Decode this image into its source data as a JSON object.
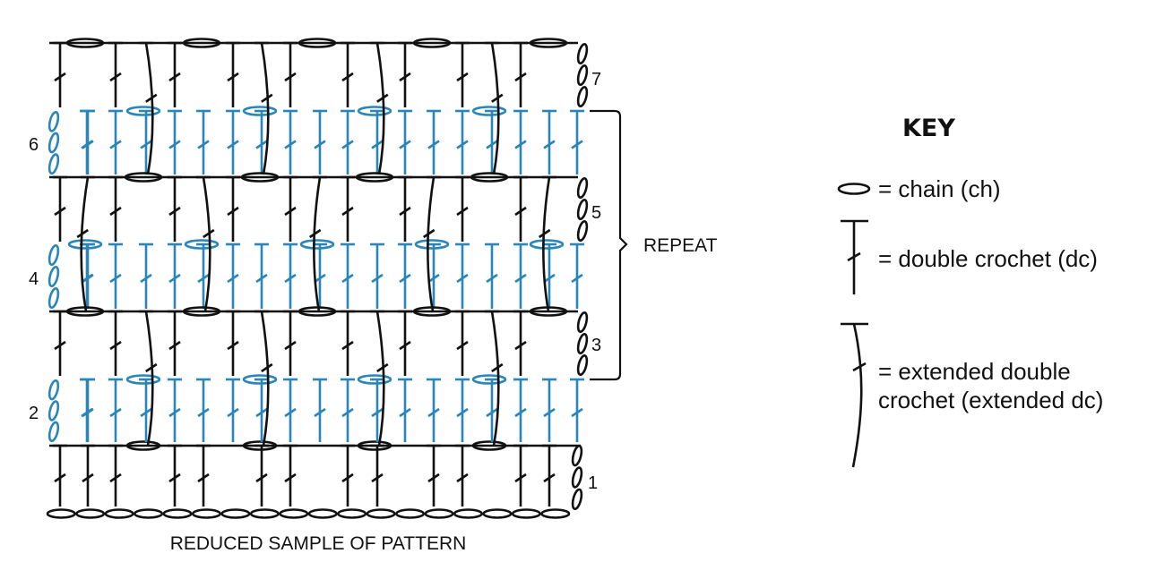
{
  "colors": {
    "black_rows": "#111111",
    "blue_rows": "#2a86b8"
  },
  "diagram": {
    "caption": "REDUCED SAMPLE OF PATTERN",
    "repeat_label": "REPEAT",
    "row_numbers": [
      "1",
      "2",
      "3",
      "4",
      "5",
      "6",
      "7"
    ]
  },
  "key": {
    "title": "KEY",
    "chain": "= chain (ch)",
    "double_crochet": "= double crochet (dc)",
    "extended_dc_line1": "= extended double",
    "extended_dc_line2": "crochet (extended dc)"
  },
  "icons": [
    "chain-icon",
    "double-crochet-icon",
    "extended-double-crochet-icon"
  ]
}
